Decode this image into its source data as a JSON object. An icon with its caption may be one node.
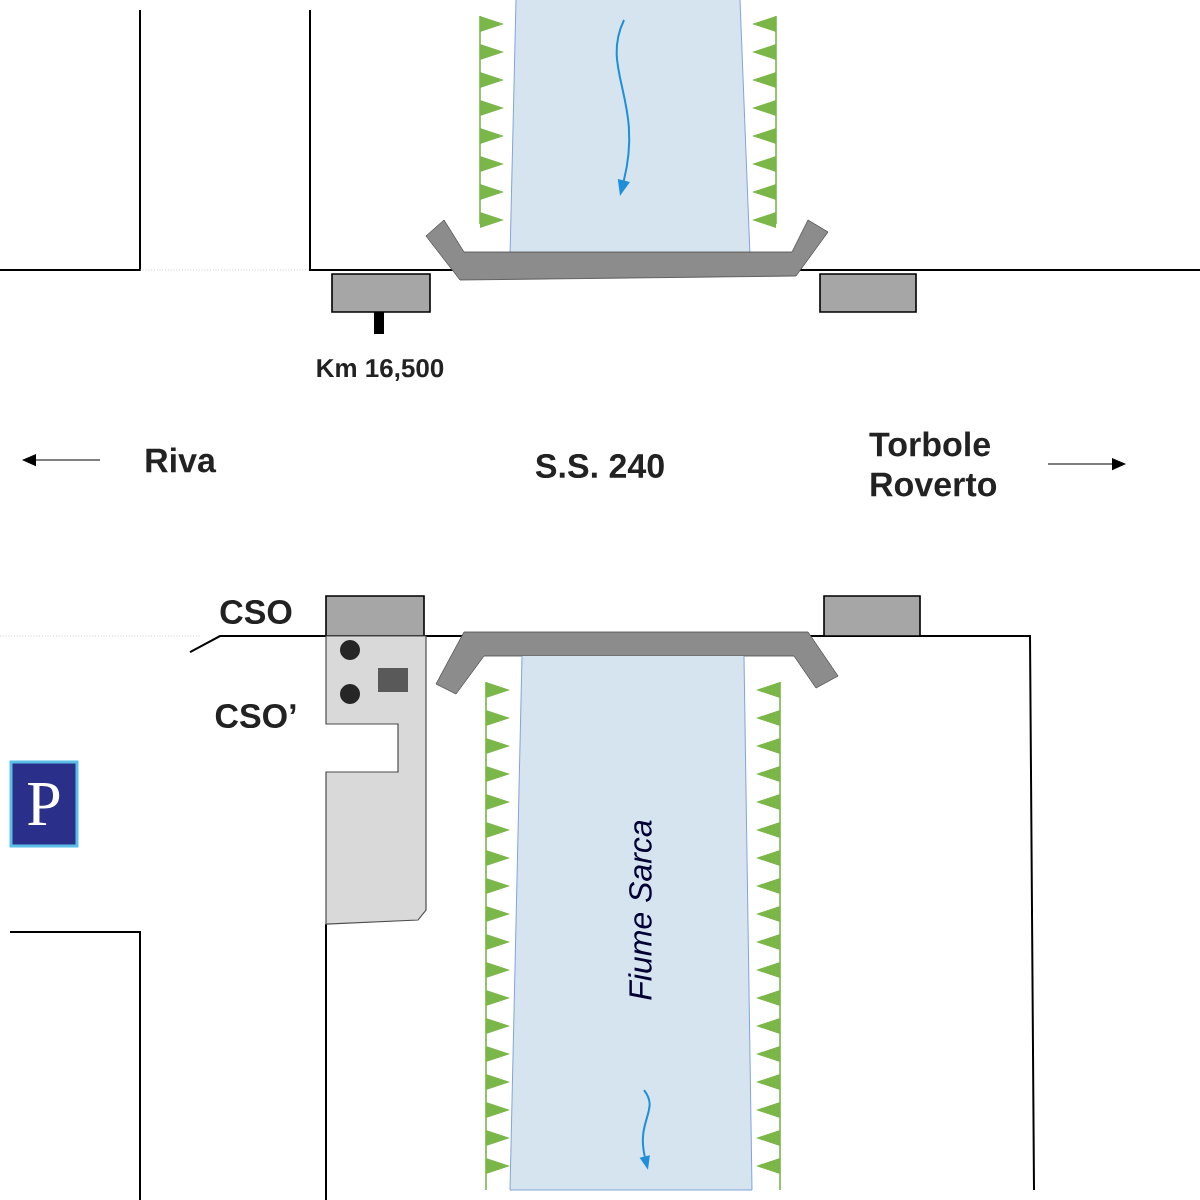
{
  "diagram": {
    "nodes": [
      {
        "text": [
          "Fiume Sarca"
        ]
      },
      {
        "text": [
          "P"
        ]
      }
    ],
    "labels": [
      "Km 16,500",
      "Riva",
      "S.S. 240",
      "Torbole Roverto",
      "CSO",
      "CSO’"
    ]
  }
}
